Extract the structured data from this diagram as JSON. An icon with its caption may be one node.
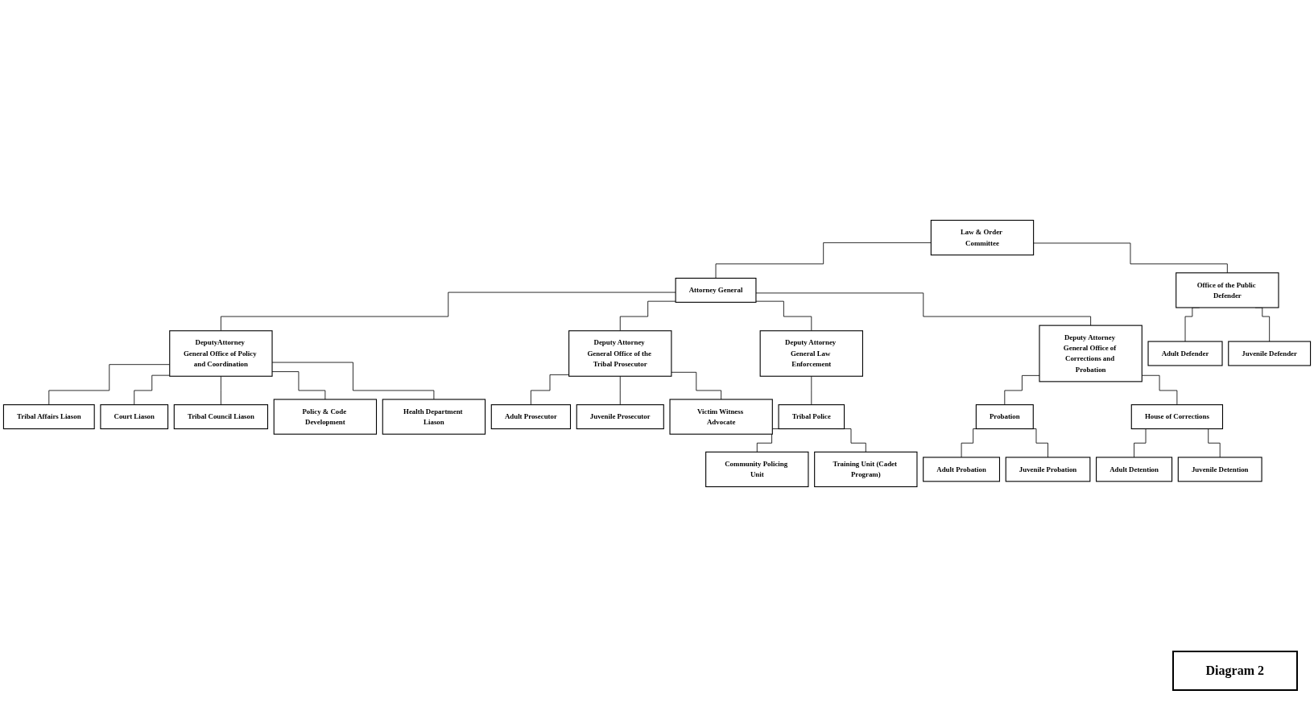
{
  "diagram": {
    "nodes": [
      {
        "text": [
          "Law & Order Committee"
        ]
      },
      {
        "text": [
          "Attorney General"
        ]
      },
      {
        "text": [
          "Office of the Public Defender"
        ]
      },
      {
        "text": [
          "DeputyAttorney General Office of Policy and Coordination"
        ]
      },
      {
        "text": [
          "Deputy Attorney General Office of the Tribal Prosecutor"
        ]
      },
      {
        "text": [
          "Deputy Attorney General Law Enforcement"
        ]
      },
      {
        "text": [
          "Deputy Attorney General Office of Corrections and Probation"
        ]
      },
      {
        "text": [
          "Tribal Affairs Liason"
        ]
      },
      {
        "text": [
          "Court Liason"
        ]
      },
      {
        "text": [
          "Tribal Council Liason"
        ]
      },
      {
        "text": [
          "Policy & Code Development"
        ]
      },
      {
        "text": [
          "Health Department Liason"
        ]
      },
      {
        "text": [
          "Adult Prosecutor"
        ]
      },
      {
        "text": [
          "Juvenile Prosecutor"
        ]
      },
      {
        "text": [
          "Victim Witness Advocate"
        ]
      },
      {
        "text": [
          "Tribal Police"
        ]
      },
      {
        "text": [
          "Community Policing Unit"
        ]
      },
      {
        "text": [
          "Training Unit (Cadet Program)"
        ]
      },
      {
        "text": [
          "Probation"
        ]
      },
      {
        "text": [
          "Adult Probation"
        ]
      },
      {
        "text": [
          "Juvenile Probation"
        ]
      },
      {
        "text": [
          "House of Corrections"
        ]
      },
      {
        "text": [
          "Adult Detention"
        ]
      },
      {
        "text": [
          "Juvenile Detention"
        ]
      },
      {
        "text": [
          "Adult Defender"
        ]
      },
      {
        "text": [
          "Juvenile Defender"
        ]
      }
    ],
    "labels": [
      "Diagram 2"
    ],
    "edges": [
      {
        "from": 0,
        "to": 1,
        "arrow": "none"
      },
      {
        "from": 0,
        "to": 2,
        "arrow": "none"
      },
      {
        "from": 1,
        "to": 3,
        "arrow": "none"
      },
      {
        "from": 1,
        "to": 4,
        "arrow": "none"
      },
      {
        "from": 1,
        "to": 5,
        "arrow": "none"
      },
      {
        "from": 1,
        "to": 6,
        "arrow": "none"
      },
      {
        "from": 3,
        "to": 7,
        "arrow": "none"
      },
      {
        "from": 3,
        "to": 8,
        "arrow": "none"
      },
      {
        "from": 3,
        "to": 9,
        "arrow": "none"
      },
      {
        "from": 3,
        "to": 10,
        "arrow": "none"
      },
      {
        "from": 3,
        "to": 11,
        "arrow": "none"
      },
      {
        "from": 4,
        "to": 12,
        "arrow": "none"
      },
      {
        "from": 4,
        "to": 13,
        "arrow": "none"
      },
      {
        "from": 4,
        "to": 14,
        "arrow": "none"
      },
      {
        "from": 5,
        "to": 15,
        "arrow": "none"
      },
      {
        "from": 15,
        "to": 16,
        "arrow": "none"
      },
      {
        "from": 15,
        "to": 17,
        "arrow": "none"
      },
      {
        "from": 6,
        "to": 18,
        "arrow": "none"
      },
      {
        "from": 6,
        "to": 21,
        "arrow": "none"
      },
      {
        "from": 18,
        "to": 19,
        "arrow": "none"
      },
      {
        "from": 18,
        "to": 20,
        "arrow": "none"
      },
      {
        "from": 21,
        "to": 22,
        "arrow": "none"
      },
      {
        "from": 21,
        "to": 23,
        "arrow": "none"
      },
      {
        "from": 2,
        "to": 24,
        "arrow": "none"
      },
      {
        "from": 2,
        "to": 25,
        "arrow": "none"
      }
    ]
  }
}
